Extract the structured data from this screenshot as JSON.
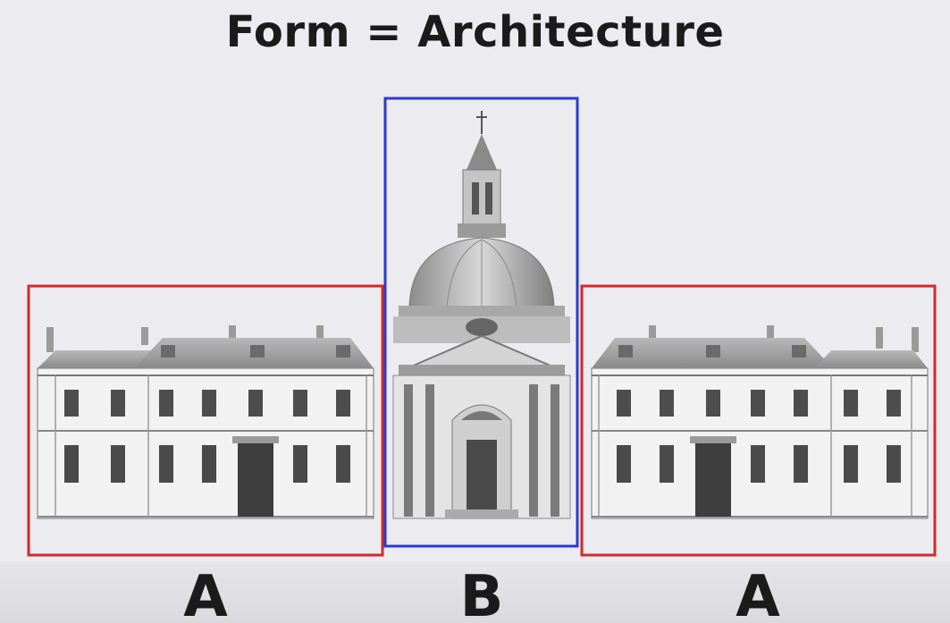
{
  "slide": {
    "title": "Form = Architecture",
    "labels": {
      "left": "A",
      "center": "B",
      "right": "A"
    }
  },
  "colors": {
    "wing_frame": "#d22a2a",
    "center_frame": "#2b3ad0",
    "background": "#ecebef"
  }
}
